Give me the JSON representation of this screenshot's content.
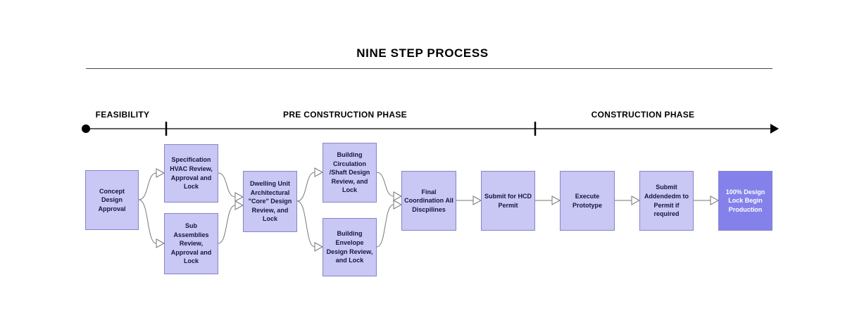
{
  "title": "NINE STEP PROCESS",
  "timeline": {
    "phases": [
      {
        "label": "FEASIBILITY"
      },
      {
        "label": "PRE CONSTRUCTION PHASE"
      },
      {
        "label": "CONSTRUCTION PHASE"
      }
    ]
  },
  "flowchart": {
    "boxes": [
      {
        "label": "Concept Design Approval"
      },
      {
        "label": "Specification HVAC Review, Approval and Lock"
      },
      {
        "label": "Sub Assemblies Review, Approval and Lock"
      },
      {
        "label": "Dwelling Unit Architectural \"Core\" Design Review, and Lock"
      },
      {
        "label": "Building Circulation /Shaft Design Review, and Lock"
      },
      {
        "label": "Building Envelope Design Review, and Lock"
      },
      {
        "label": "Final Coordination All Discpilines"
      },
      {
        "label": "Submit for HCD Permit"
      },
      {
        "label": "Execute Prototype"
      },
      {
        "label": "Submit Addendedm to Permit if required"
      },
      {
        "label": "100% Design Lock Begin Production"
      }
    ]
  },
  "colors": {
    "box_fill": "#c9c7f3",
    "box_border": "#8583cd",
    "final_box_fill": "#8482ea",
    "final_box_text": "#ffffff",
    "box_text": "#15153f",
    "timeline_line": "#000000",
    "connector_line": "#777777"
  }
}
